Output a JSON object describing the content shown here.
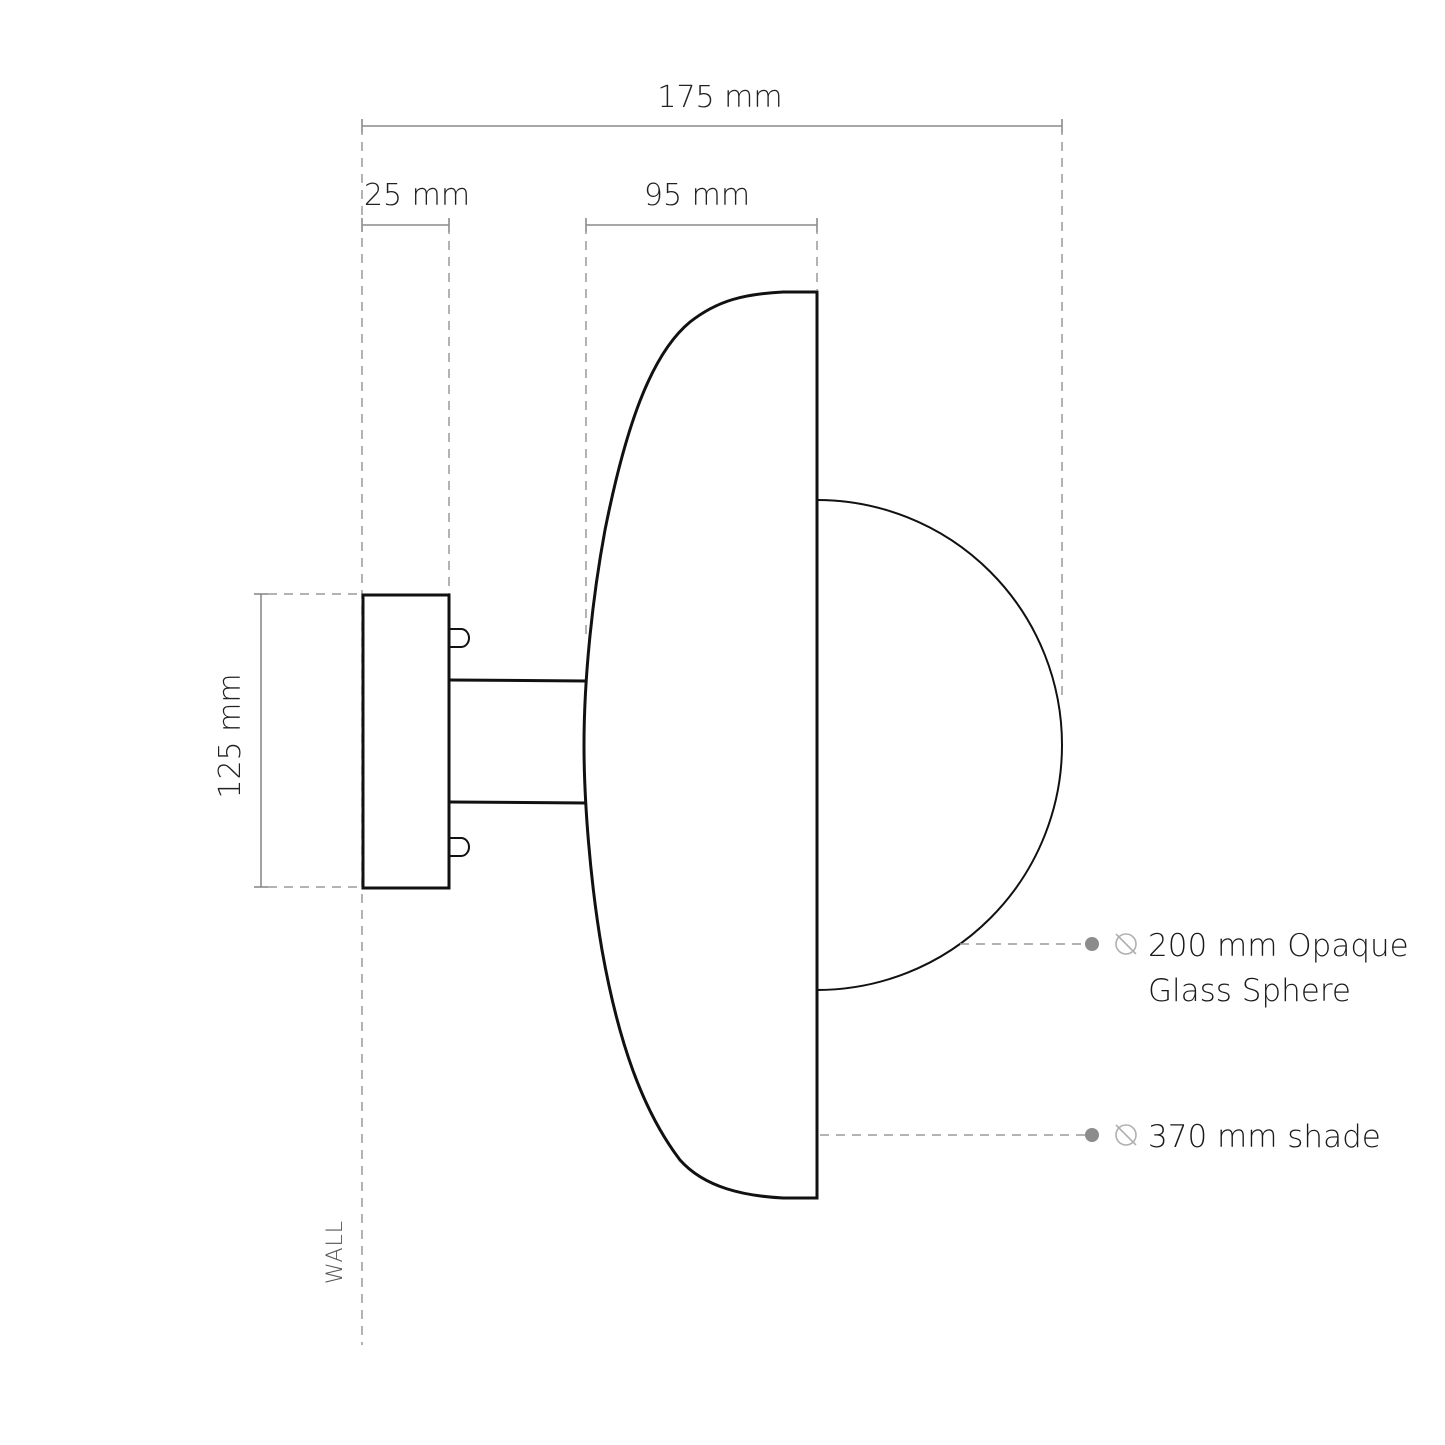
{
  "dimensions": {
    "overall_depth": "175 mm",
    "backplate_depth": "25 mm",
    "shade_depth": "95 mm",
    "backplate_height": "125 mm"
  },
  "wall_label": "WALL",
  "callouts": [
    {
      "symbol": "⦰",
      "lines": [
        "200 mm Opaque",
        "Glass Sphere"
      ]
    },
    {
      "symbol": "⦰",
      "lines": [
        "370 mm shade"
      ]
    }
  ],
  "colors": {
    "line": "#111111",
    "dimension": "#8a8a8a",
    "dot": "#8c8c8c"
  }
}
